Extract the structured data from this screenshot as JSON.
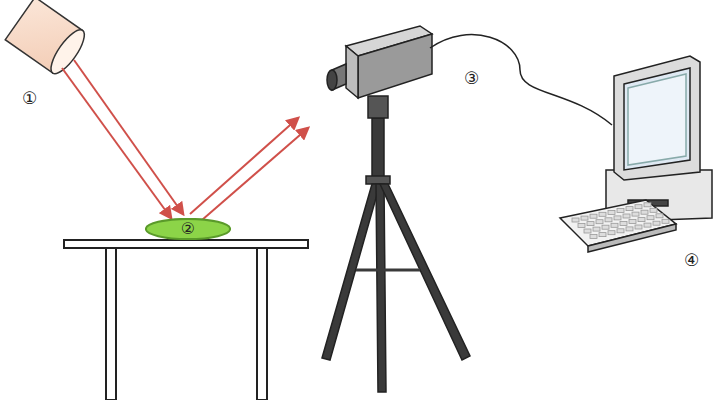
{
  "diagram": {
    "nodes": [
      {
        "text": [
          "②"
        ]
      }
    ],
    "labels": [
      "①",
      "③",
      "④"
    ]
  }
}
